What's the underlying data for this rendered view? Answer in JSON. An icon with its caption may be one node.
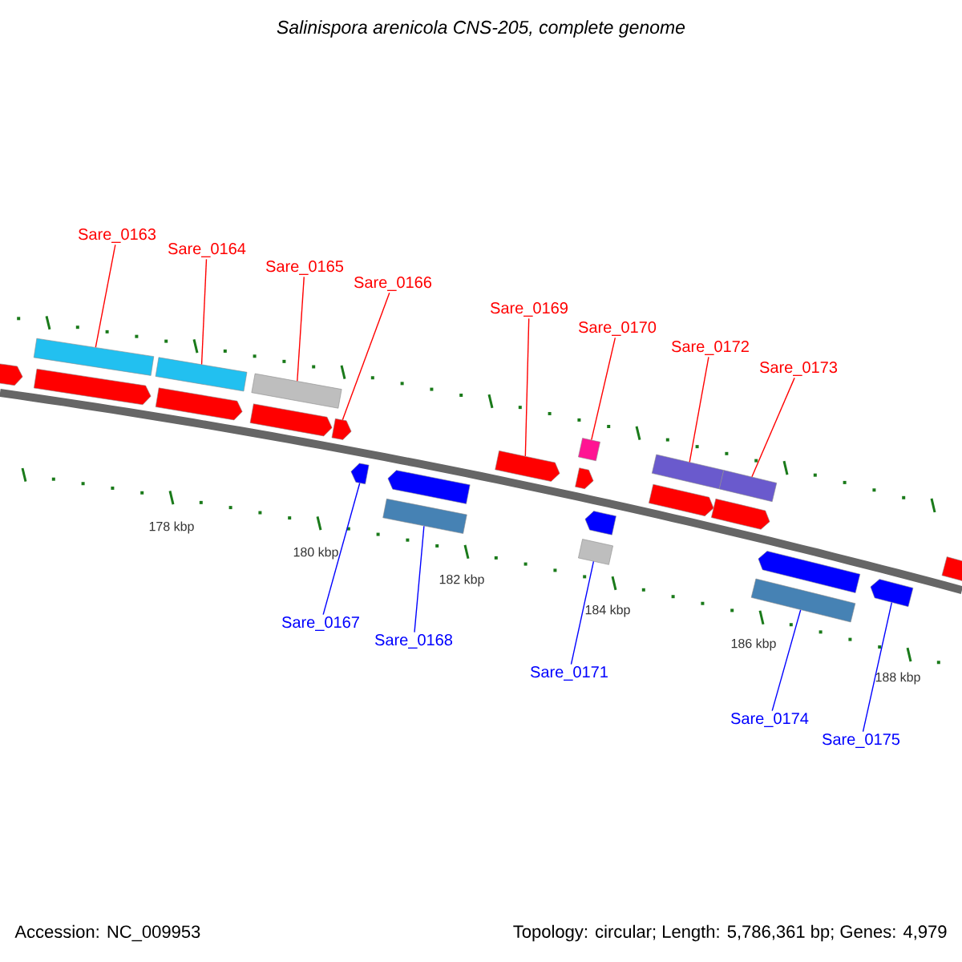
{
  "diagram": {
    "title": "Salinispora arenicola CNS-205, complete genome",
    "nodes": [
      {
        "text": [
          "Sare_0163"
        ]
      },
      {
        "text": [
          "Sare_0164"
        ]
      },
      {
        "text": [
          "Sare_0165"
        ]
      },
      {
        "text": [
          "Sare_0166"
        ]
      },
      {
        "text": [
          "Sare_0167"
        ]
      },
      {
        "text": [
          "Sare_0168"
        ]
      },
      {
        "text": [
          "Sare_0169"
        ]
      },
      {
        "text": [
          "Sare_0170"
        ]
      },
      {
        "text": [
          "Sare_0171"
        ]
      },
      {
        "text": [
          "Sare_0172"
        ]
      },
      {
        "text": [
          "Sare_0173"
        ]
      },
      {
        "text": [
          "Sare_0174"
        ]
      },
      {
        "text": [
          "Sare_0175"
        ]
      },
      {
        "text": [],
        "shape": "bar"
      },
      {
        "text": [],
        "shape": "bar"
      },
      {
        "text": [],
        "shape": "bar"
      },
      {
        "text": [],
        "shape": "arrow"
      },
      {
        "text": [],
        "shape": "arrow"
      },
      {
        "text": [],
        "shape": "bar"
      },
      {
        "text": [],
        "shape": "arrow"
      },
      {
        "text": [],
        "shape": "bar"
      },
      {
        "text": [],
        "shape": "bar"
      },
      {
        "text": [],
        "shape": "bar"
      },
      {
        "text": [],
        "shape": "bar"
      },
      {
        "text": [],
        "shape": "bar"
      },
      {
        "text": [],
        "shape": "arrow"
      },
      {
        "text": [],
        "shape": "arrow"
      },
      {
        "text": [],
        "shape": "arrow"
      },
      {
        "text": [],
        "shape": "arrow"
      },
      {
        "text": [],
        "shape": "arrow"
      },
      {
        "text": [],
        "shape": "arrow"
      },
      {
        "text": [],
        "shape": "arrow"
      },
      {
        "text": [],
        "shape": "arrow"
      },
      {
        "text": [],
        "shape": "arrow"
      },
      {
        "text": [],
        "shape": "arrow"
      },
      {
        "text": [],
        "shape": "arrow"
      },
      {
        "text": [],
        "shape": "arrow"
      }
    ],
    "edges": [
      {
        "from": 0,
        "to": 13,
        "arrow": "none"
      },
      {
        "from": 1,
        "to": 14,
        "arrow": "none"
      },
      {
        "from": 2,
        "to": 15,
        "arrow": "none"
      },
      {
        "from": 3,
        "to": 16,
        "arrow": "none"
      },
      {
        "from": 4,
        "to": 17,
        "arrow": "none",
        "color": "#0000ff"
      },
      {
        "from": 5,
        "to": 18,
        "arrow": "none",
        "color": "#0000ff"
      },
      {
        "from": 6,
        "to": 19,
        "arrow": "none"
      },
      {
        "from": 7,
        "to": 20,
        "arrow": "none"
      },
      {
        "from": 8,
        "to": 21,
        "arrow": "none",
        "color": "#0000ff"
      },
      {
        "from": 9,
        "to": 22,
        "arrow": "none"
      },
      {
        "from": 10,
        "to": 23,
        "arrow": "none"
      },
      {
        "from": 11,
        "to": 24,
        "arrow": "none",
        "color": "#0000ff"
      },
      {
        "from": 12,
        "to": 25,
        "arrow": "none",
        "color": "#0000ff"
      }
    ],
    "labels": [
      "178 kbp",
      "180 kbp",
      "182 kbp",
      "184 kbp",
      "186 kbp",
      "188 kbp",
      "Accession: NC_009953",
      "Topology: circular; Length: 5,786,361 bp; Genes: 4,979"
    ]
  }
}
